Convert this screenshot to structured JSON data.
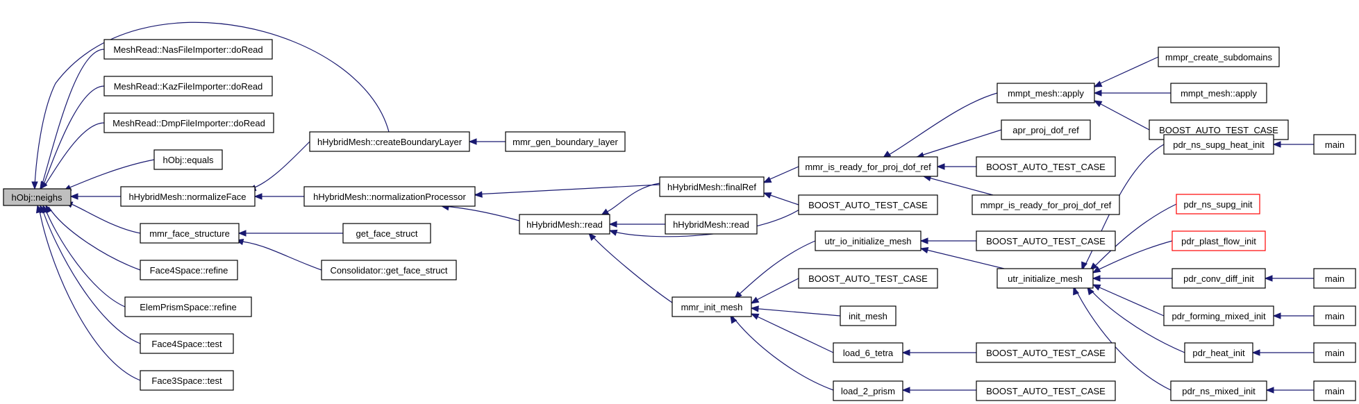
{
  "nodes": {
    "hobj_neighs": "hObj::neighs",
    "nas_doread": "MeshRead::NasFileImporter::doRead",
    "kaz_doread": "MeshRead::KazFileImporter::doRead",
    "dmp_doread": "MeshRead::DmpFileImporter::doRead",
    "hobj_equals": "hObj::equals",
    "hhm_normalizeface": "hHybridMesh::normalizeFace",
    "mmr_face_structure": "mmr_face_structure",
    "face4_refine": "Face4Space::refine",
    "elemprism_refine": "ElemPrismSpace::refine",
    "face4_test": "Face4Space::test",
    "face3_test": "Face3Space::test",
    "hhm_createboundarylayer": "hHybridMesh::createBoundaryLayer",
    "hhm_normalizationprocessor": "hHybridMesh::normalizationProcessor",
    "get_face_struct": "get_face_struct",
    "consolidator_get_face_struct": "Consolidator::get_face_struct",
    "mmr_gen_boundary_layer": "mmr_gen_boundary_layer",
    "hhm_finalref": "hHybridMesh::finalRef",
    "hhm_read": "hHybridMesh::read",
    "hhm_read2": "hHybridMesh::read",
    "mmr_init_mesh": "mmr_init_mesh",
    "mmr_is_ready_for_proj_dof_ref": "mmr_is_ready_for_proj_dof_ref",
    "boost_a": "BOOST_AUTO_TEST_CASE",
    "utr_io_initialize_mesh": "utr_io_initialize_mesh",
    "boost_b": "BOOST_AUTO_TEST_CASE",
    "init_mesh": "init_mesh",
    "load_6_tetra": "load_6_tetra",
    "load_2_prism": "load_2_prism",
    "mmpt_mesh_apply": "mmpt_mesh::apply",
    "apr_proj_dof_ref": "apr_proj_dof_ref",
    "boost_c": "BOOST_AUTO_TEST_CASE",
    "mmpr_is_ready": "mmpr_is_ready_for_proj_dof_ref",
    "boost_d": "BOOST_AUTO_TEST_CASE",
    "utr_initialize_mesh": "utr_initialize_mesh",
    "boost_e": "BOOST_AUTO_TEST_CASE",
    "boost_f": "BOOST_AUTO_TEST_CASE",
    "mmpr_create_subdomains": "mmpr_create_subdomains",
    "mmpt_mesh_apply2": "mmpt_mesh::apply",
    "boost_g": "BOOST_AUTO_TEST_CASE",
    "pdr_ns_supg_heat_init": "pdr_ns_supg_heat_init",
    "pdr_ns_supg_init": "pdr_ns_supg_init",
    "pdr_plast_flow_init": "pdr_plast_flow_init",
    "pdr_conv_diff_init": "pdr_conv_diff_init",
    "pdr_forming_mixed_init": "pdr_forming_mixed_init",
    "pdr_heat_init": "pdr_heat_init",
    "pdr_ns_mixed_init": "pdr_ns_mixed_init",
    "main_1": "main",
    "main_2": "main",
    "main_3": "main",
    "main_4": "main",
    "main_5": "main"
  },
  "colors": {
    "edge": "#191970",
    "root_fill": "#bfbfbf",
    "missing_border": "#ff0000"
  }
}
